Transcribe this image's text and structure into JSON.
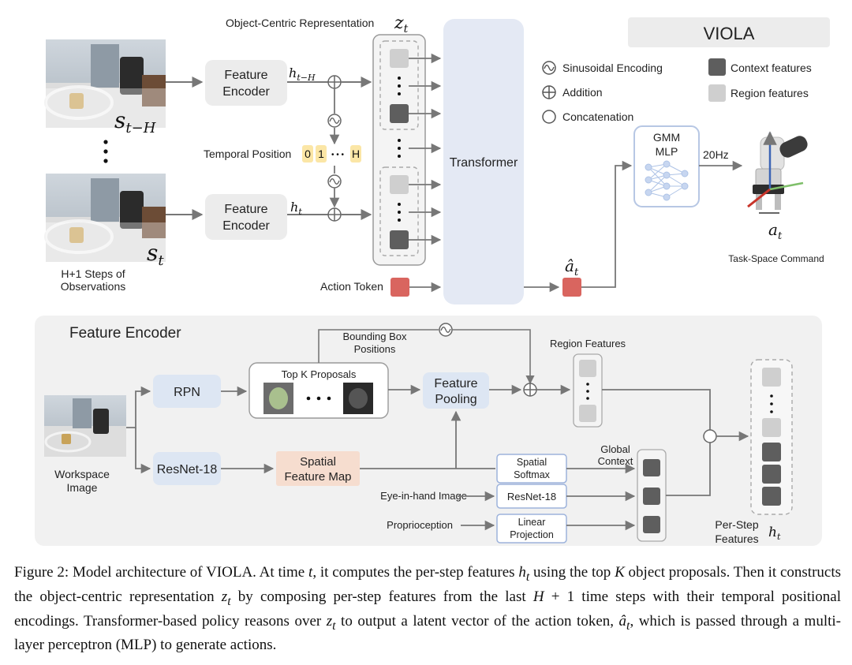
{
  "top": {
    "title": "VIOLA",
    "zt_label": "Object-Centric Representation",
    "zt_symbol": "z",
    "zt_sub": "t",
    "obs_caption_1": "H+1 Steps of",
    "obs_caption_2": "Observations",
    "s_top": "s",
    "s_top_sub": "t−H",
    "s_bottom": "s",
    "s_bottom_sub": "t",
    "feature_encoder_1": "Feature",
    "feature_encoder_2": "Encoder",
    "h_top": "h",
    "h_top_sub": "t−H",
    "h_bottom": "h",
    "h_bottom_sub": "t",
    "temporal_position": "Temporal Position",
    "temporal_tokens": [
      "0",
      "1",
      "• • •",
      "H"
    ],
    "transformer": "Transformer",
    "action_token": "Action Token",
    "a_hat": "â",
    "a_hat_sub": "t",
    "legend": {
      "sinusoidal": "Sinusoidal Encoding",
      "addition": "Addition",
      "concatenation": "Concatenation",
      "context": "Context features",
      "region": "Region features"
    },
    "gmm_1": "GMM",
    "gmm_2": "MLP",
    "rate": "20Hz",
    "a_t": "a",
    "a_t_sub": "t",
    "task_space": "Task-Space Command"
  },
  "encoder": {
    "title": "Feature Encoder",
    "workspace_1": "Workspace",
    "workspace_2": "Image",
    "rpn": "RPN",
    "resnet": "ResNet-18",
    "topk": "Top K Proposals",
    "bbox_1": "Bounding Box",
    "bbox_2": "Positions",
    "pooling_1": "Feature",
    "pooling_2": "Pooling",
    "region_features": "Region Features",
    "spatial_map_1": "Spatial",
    "spatial_map_2": "Feature Map",
    "spatial_softmax_1": "Spatial",
    "spatial_softmax_2": "Softmax",
    "global_1": "Global",
    "global_2": "Context",
    "eye_in_hand": "Eye-in-hand Image",
    "resnet_2": "ResNet-18",
    "proprio": "Proprioception",
    "linear_1": "Linear",
    "linear_2": "Projection",
    "per_step_1": "Per-Step",
    "per_step_2": "Features",
    "h_label": "h",
    "h_label_sub": "t"
  },
  "caption": {
    "p1": "Figure 2: Model architecture of VIOLA. At time ",
    "t1": "t",
    "p2": ", it computes the per-step features ",
    "h": "h",
    "h_sub": "t",
    "p3": " using the top ",
    "K": "K",
    "p4": " object proposals. Then it constructs the object-centric representation ",
    "z": "z",
    "z_sub": "t",
    "p5": " by composing per-step features from the last ",
    "H1": "H",
    "p6": " + 1 time steps with their temporal positional encodings. Transformer-based policy reasons over ",
    "z2": "z",
    "z2_sub": "t",
    "p7": " to output a latent vector of the action token, ",
    "ahat": "â",
    "ahat_sub": "t",
    "p8": ", which is passed through a multi-layer perceptron (MLP) to generate actions."
  },
  "colors": {
    "transformer": "#e4e9f4",
    "box_grey": "#ececec",
    "blue_box": "#dde6f3",
    "peach": "#f6ddcf",
    "token_red": "#d9655f",
    "dark_square": "#5e5e5e",
    "light_square": "#cfcfcf",
    "temporal_yellow": "#fbe6a6",
    "arrow": "#777777"
  }
}
